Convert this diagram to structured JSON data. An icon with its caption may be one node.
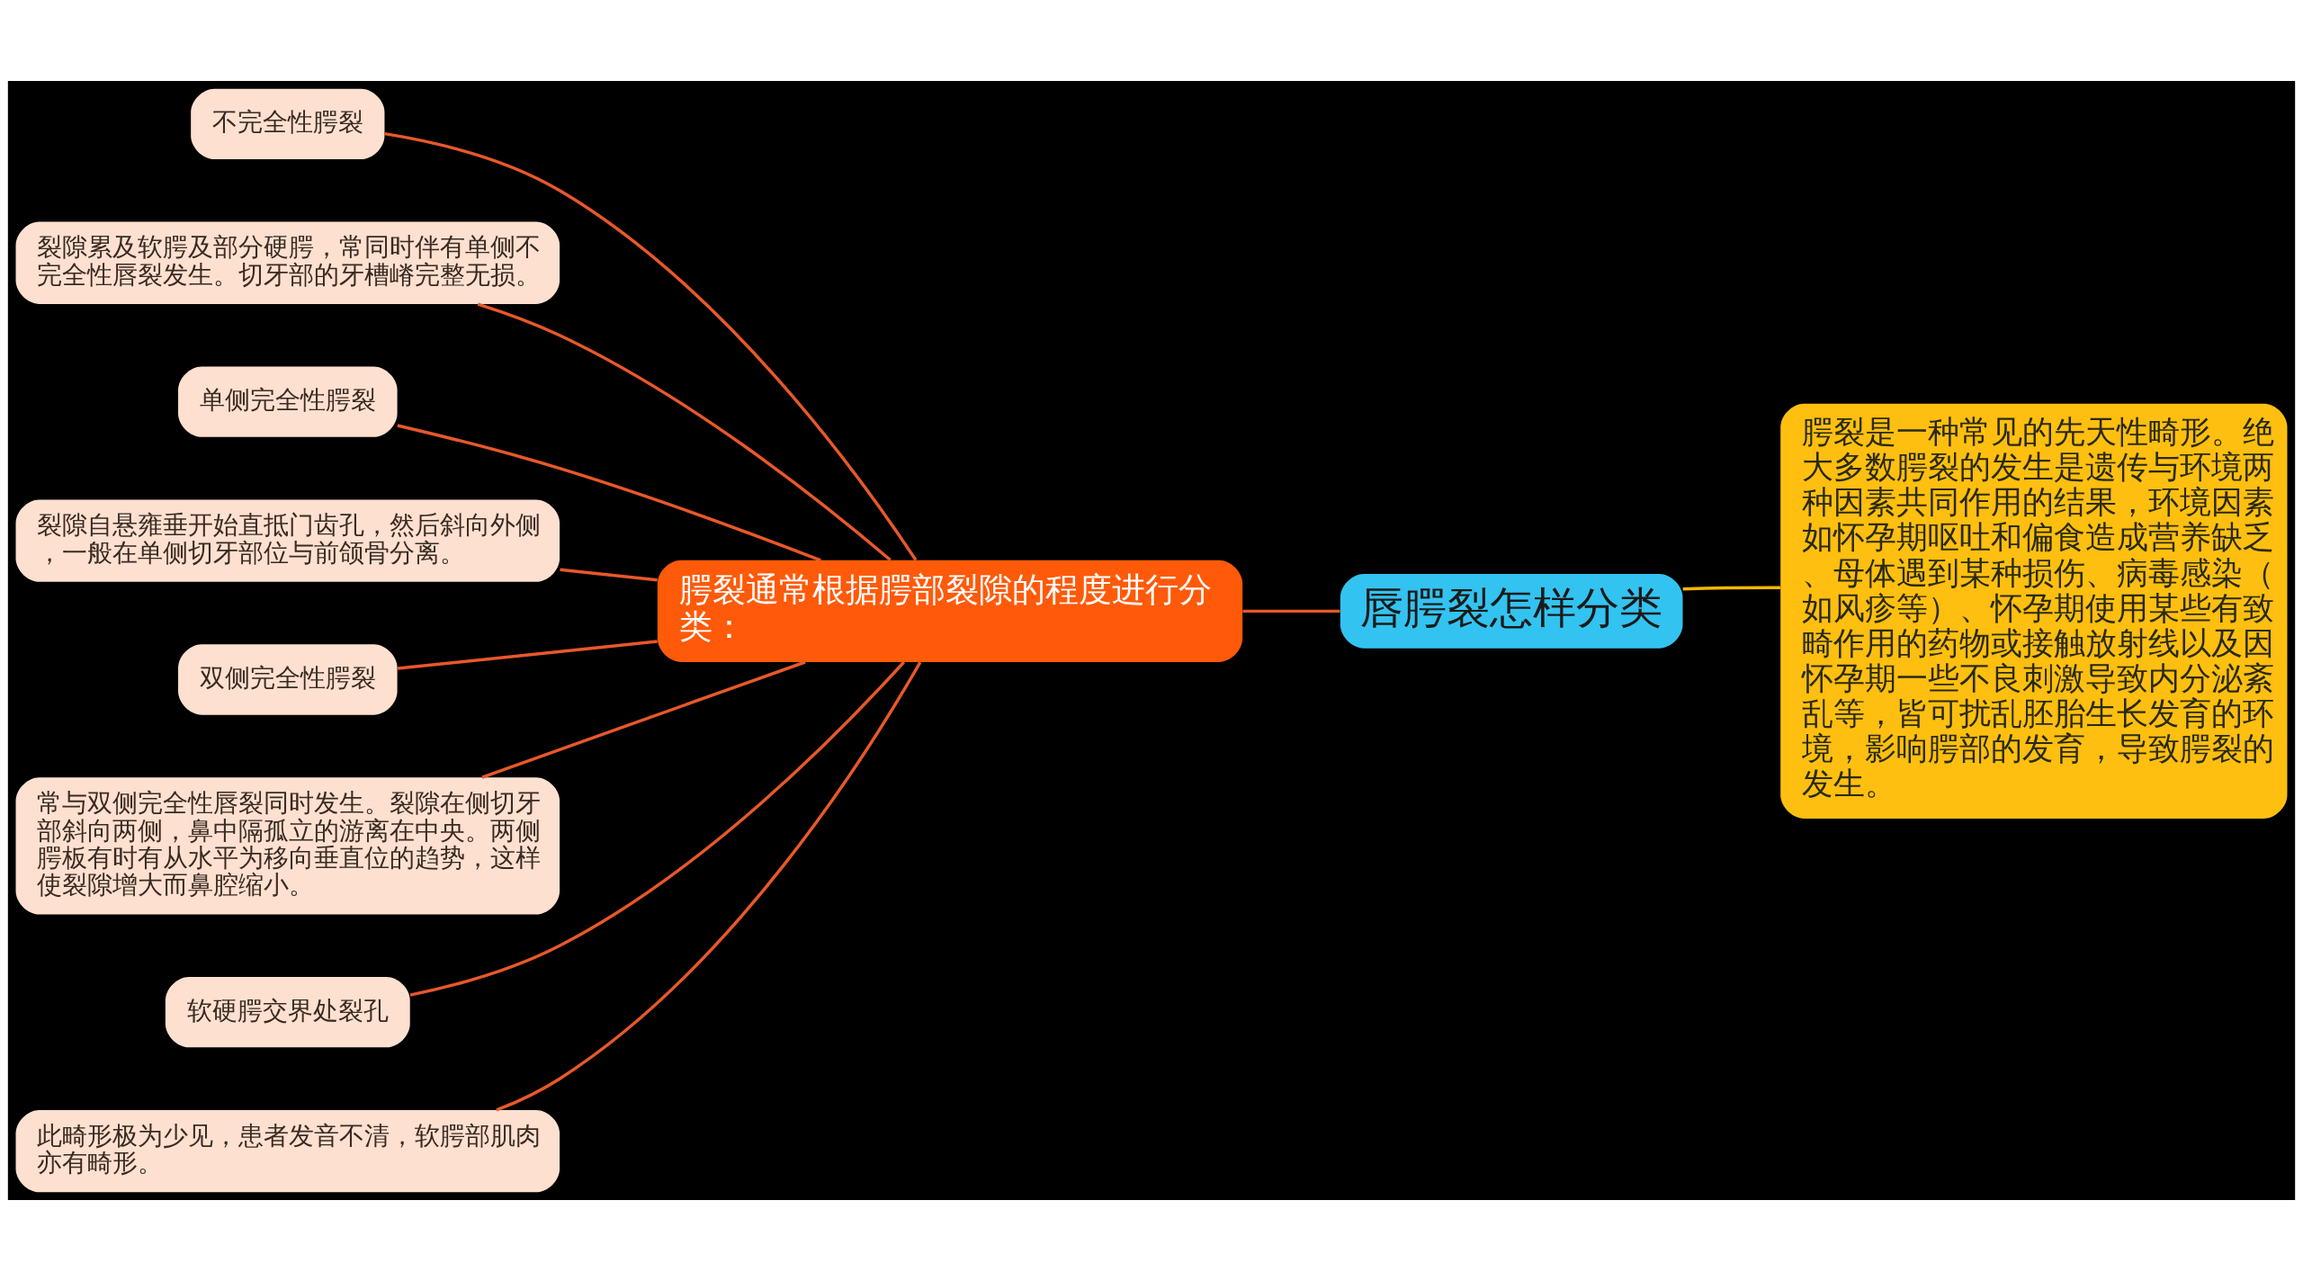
{
  "diagram": {
    "nodes": [
      {
        "text": [
          "唇腭裂怎样分类"
        ]
      },
      {
        "text": [
          "腭裂是一种常见的先天性畸形。绝大多数腭裂的发生是遗传与环境两种因素共同作用的结果，环境因素如怀孕期呕吐和偏食造成营养缺乏、母体遇到某种损伤、病毒感染（如风疹等）、怀孕期使用某些有致畸作用的药物或接触放射线以及因怀孕期一些不良刺激导致内分泌紊乱等，皆可扰乱胚胎生长发育的环境，影响腭部的发育，导致腭裂的发生。"
        ]
      },
      {
        "text": [
          "腭裂通常根据腭部裂隙的程度进行分类："
        ]
      },
      {
        "text": [
          "不完全性腭裂"
        ]
      },
      {
        "text": [
          "裂隙累及软腭及部分硬腭，常同时伴有单侧不完全性唇裂发生。切牙部的牙槽嵴完整无损。"
        ]
      },
      {
        "text": [
          "单侧完全性腭裂"
        ]
      },
      {
        "text": [
          "裂隙自悬雍垂开始直抵门齿孔，然后斜向外侧，一般在单侧切牙部位与前颌骨分离。"
        ]
      },
      {
        "text": [
          "双侧完全性腭裂"
        ]
      },
      {
        "text": [
          "常与双侧完全性唇裂同时发生。裂隙在侧切牙部斜向两侧，鼻中隔孤立的游离在中央。两侧腭板有时有从水平为移向垂直位的趋势，这样使裂隙增大而鼻腔缩小。"
        ]
      },
      {
        "text": [
          "软硬腭交界处裂孔"
        ]
      },
      {
        "text": [
          "此畸形极为少见，患者发音不清，软腭部肌肉亦有畸形。"
        ]
      }
    ],
    "edges": [
      {
        "from": 0,
        "to": 1,
        "arrow": "none",
        "color": "#f5b800"
      },
      {
        "from": 0,
        "to": 2,
        "arrow": "none"
      },
      {
        "from": 2,
        "to": 3,
        "arrow": "none"
      },
      {
        "from": 2,
        "to": 4,
        "arrow": "none"
      },
      {
        "from": 2,
        "to": 5,
        "arrow": "none"
      },
      {
        "from": 2,
        "to": 6,
        "arrow": "none"
      },
      {
        "from": 2,
        "to": 7,
        "arrow": "none"
      },
      {
        "from": 2,
        "to": 8,
        "arrow": "none"
      },
      {
        "from": 2,
        "to": 9,
        "arrow": "none"
      },
      {
        "from": 2,
        "to": 10,
        "arrow": "none"
      }
    ]
  }
}
